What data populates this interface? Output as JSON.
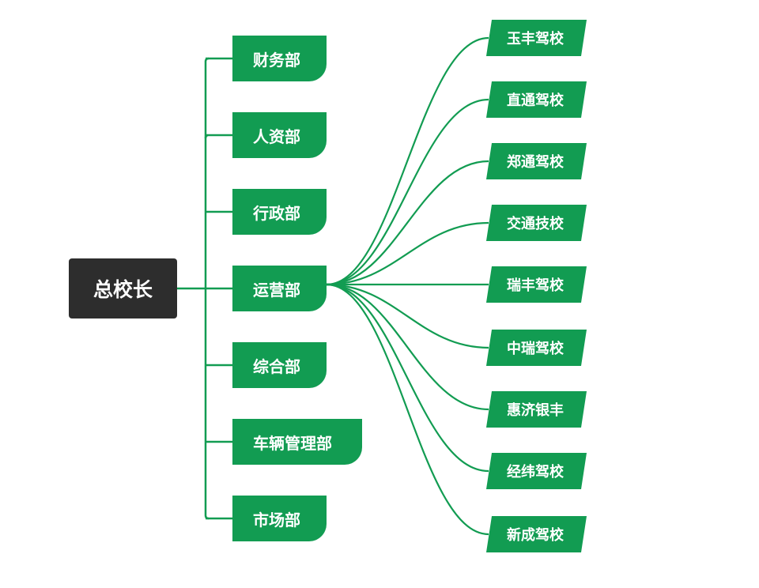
{
  "colors": {
    "accent": "#129c52",
    "root": "#2d2d2d",
    "line": "#129c52",
    "text": "#ffffff"
  },
  "root": {
    "label": "总校长"
  },
  "departments": [
    {
      "label": "财务部"
    },
    {
      "label": "人资部"
    },
    {
      "label": "行政部"
    },
    {
      "label": "运营部"
    },
    {
      "label": "综合部"
    },
    {
      "label": "车辆管理部"
    },
    {
      "label": "市场部"
    }
  ],
  "schools": [
    {
      "label": "玉丰驾校"
    },
    {
      "label": "直通驾校"
    },
    {
      "label": "郑通驾校"
    },
    {
      "label": "交通技校"
    },
    {
      "label": "瑞丰驾校"
    },
    {
      "label": "中瑞驾校"
    },
    {
      "label": "惠济银丰"
    },
    {
      "label": "经纬驾校"
    },
    {
      "label": "新成驾校"
    }
  ]
}
